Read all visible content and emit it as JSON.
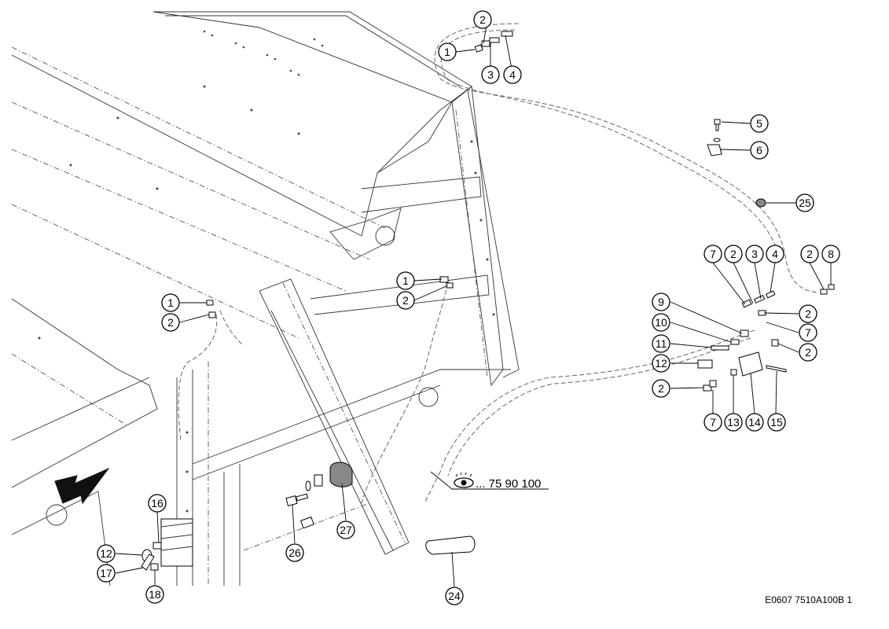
{
  "drawing_code": "E0607 7510A100B 1",
  "reference": {
    "text": "... 75 90 100",
    "icon": "eye-icon"
  },
  "callouts": [
    {
      "label": "1"
    },
    {
      "label": "2"
    },
    {
      "label": "3"
    },
    {
      "label": "4"
    },
    {
      "label": "5"
    },
    {
      "label": "6"
    },
    {
      "label": "25"
    },
    {
      "label": "7"
    },
    {
      "label": "2"
    },
    {
      "label": "3"
    },
    {
      "label": "4"
    },
    {
      "label": "2"
    },
    {
      "label": "8"
    },
    {
      "label": "1"
    },
    {
      "label": "2"
    },
    {
      "label": "1"
    },
    {
      "label": "2"
    },
    {
      "label": "9"
    },
    {
      "label": "2"
    },
    {
      "label": "10"
    },
    {
      "label": "7"
    },
    {
      "label": "11"
    },
    {
      "label": "2"
    },
    {
      "label": "12"
    },
    {
      "label": "2"
    },
    {
      "label": "7"
    },
    {
      "label": "13"
    },
    {
      "label": "14"
    },
    {
      "label": "15"
    },
    {
      "label": "16"
    },
    {
      "label": "12"
    },
    {
      "label": "17"
    },
    {
      "label": "18"
    },
    {
      "label": "26"
    },
    {
      "label": "27"
    },
    {
      "label": "24"
    }
  ]
}
